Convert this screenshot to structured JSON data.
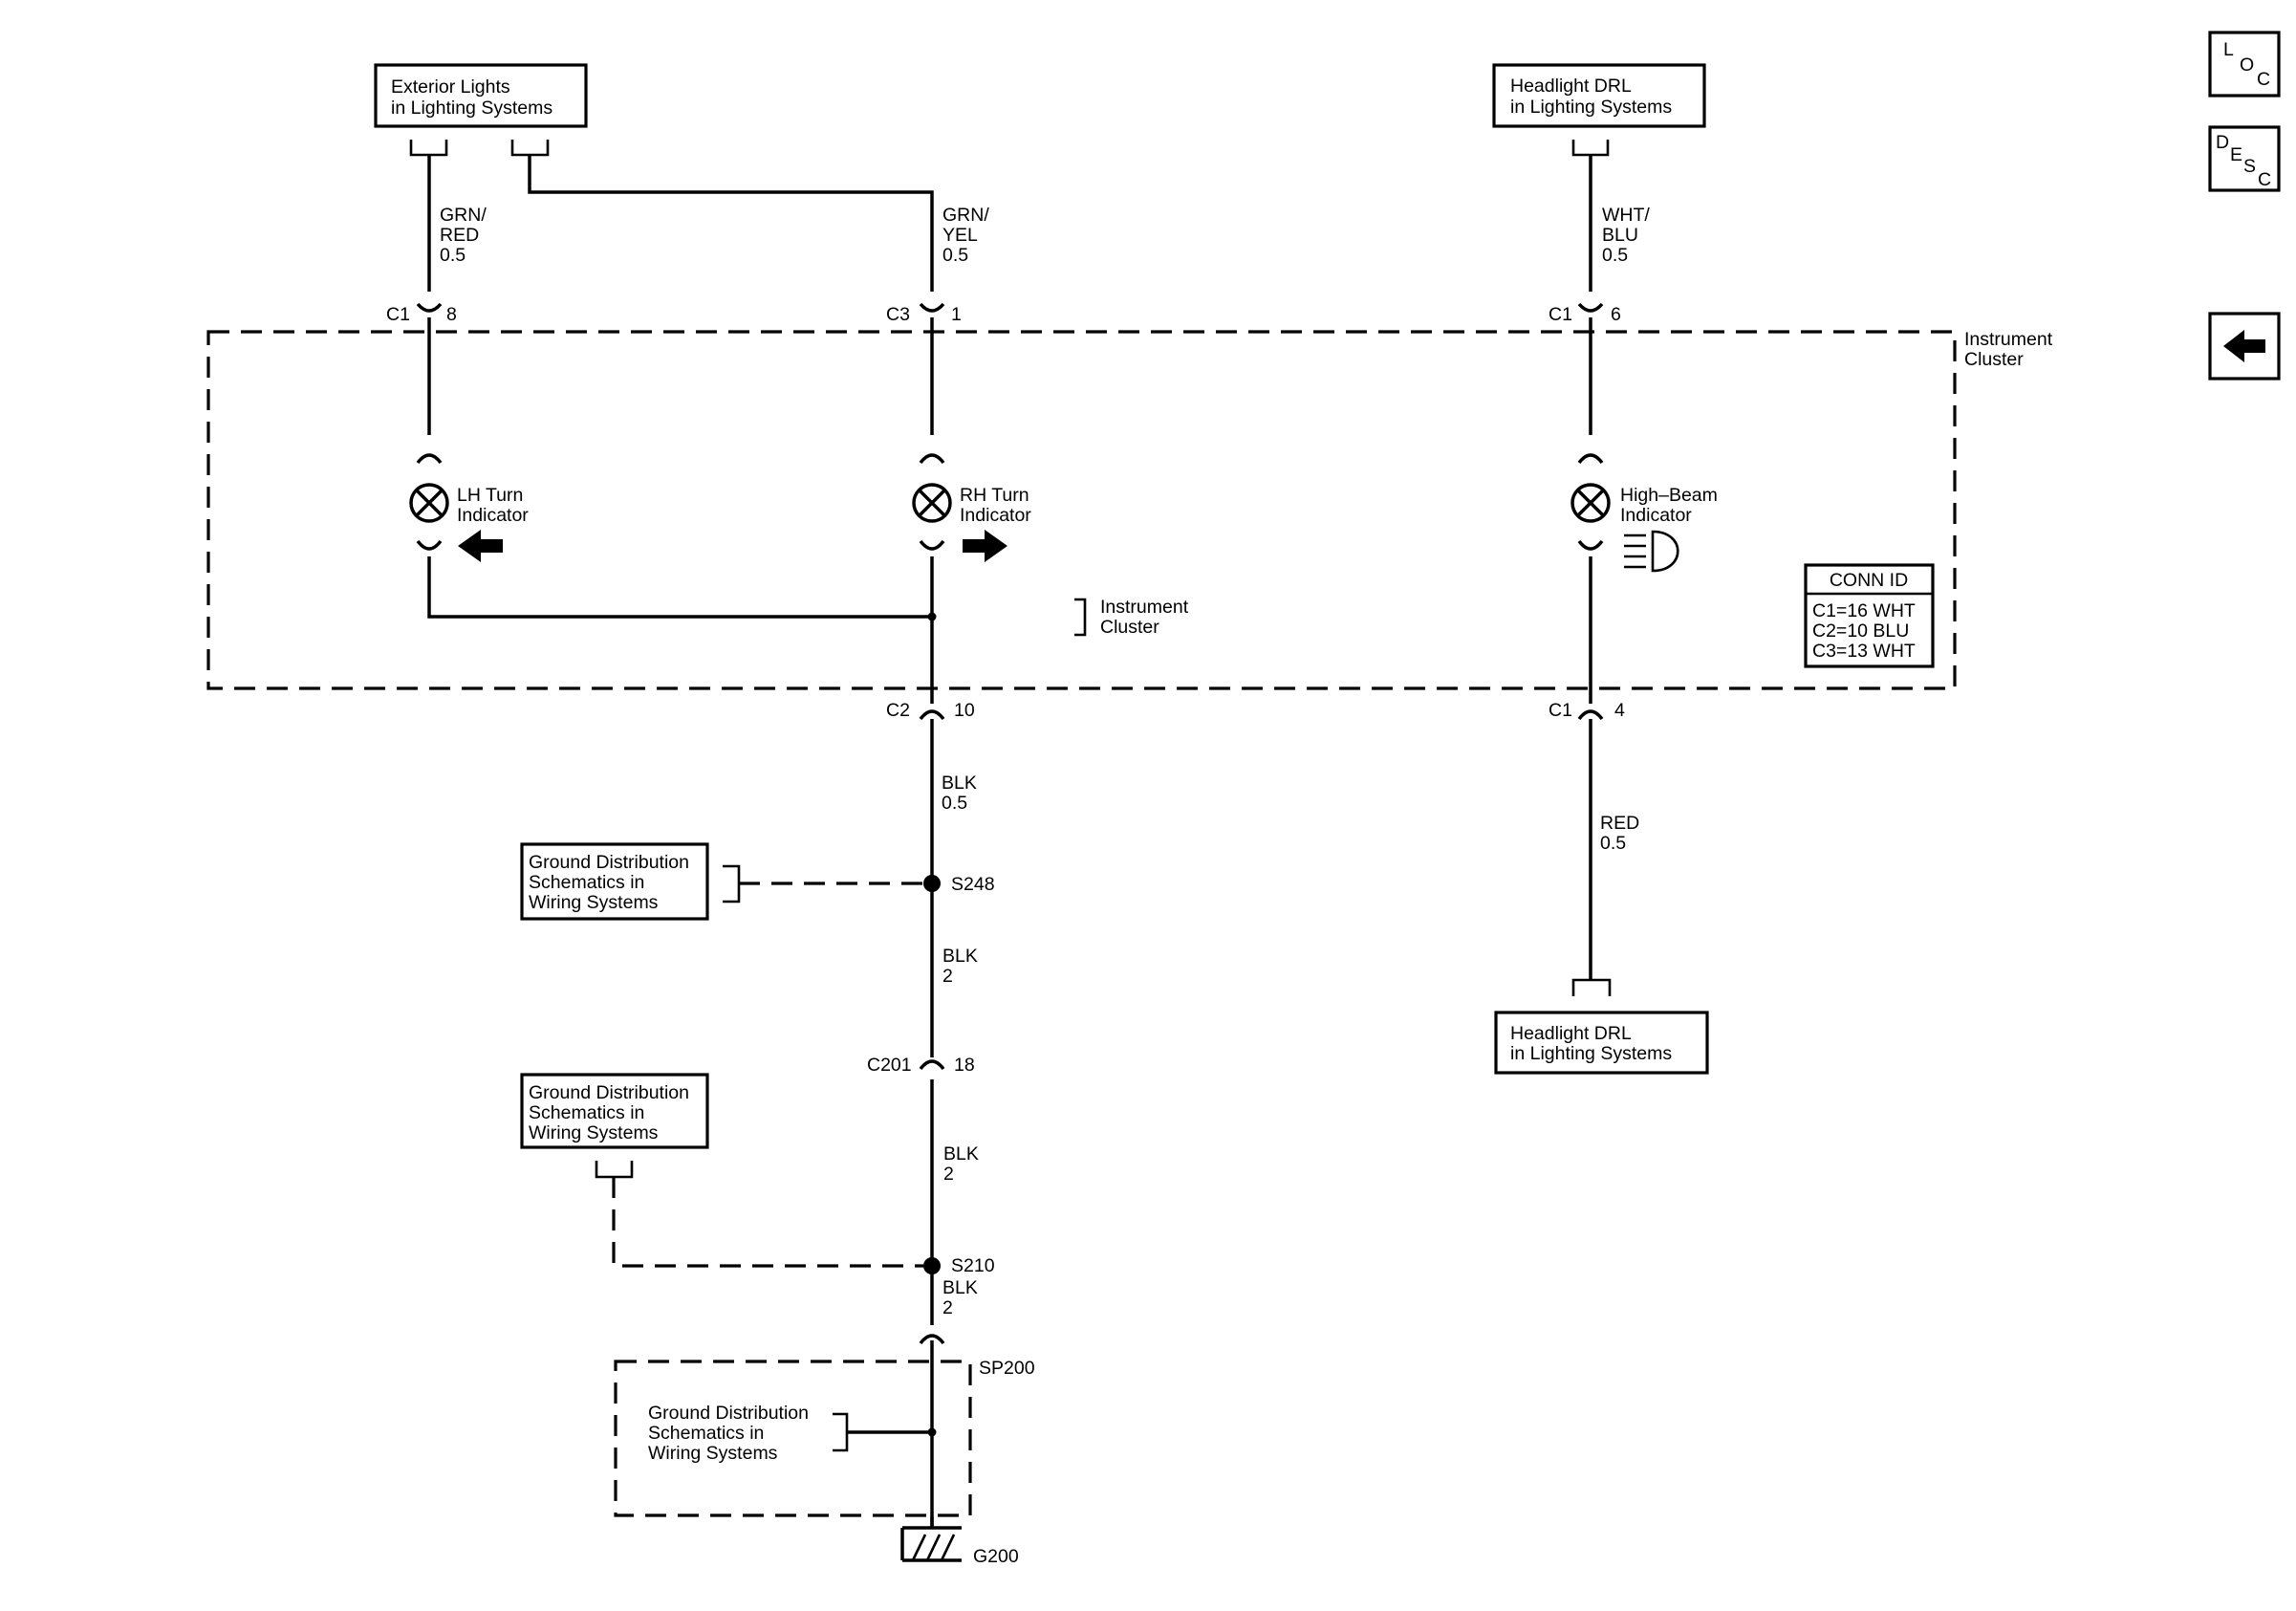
{
  "modules": {
    "ext_lights": [
      "Exterior Lights",
      "in Lighting Systems"
    ],
    "drl_top": [
      "Headlight DRL",
      "in Lighting Systems"
    ],
    "drl_bottom": [
      "Headlight DRL",
      "in Lighting Systems"
    ],
    "ground_1": [
      "Ground Distribution",
      "Schematics in",
      "Wiring Systems"
    ],
    "ground_2": [
      "Ground Distribution",
      "Schematics in",
      "Wiring Systems"
    ],
    "ground_3": [
      "Ground Distribution",
      "Schematics in",
      "Wiring Systems"
    ],
    "cluster_ref": [
      "Instrument",
      "Cluster"
    ],
    "cluster_label": [
      "Instrument",
      "Cluster"
    ]
  },
  "wires": {
    "lh_in": [
      "GRN/",
      "RED",
      "0.5"
    ],
    "rh_in": [
      "GRN/",
      "YEL",
      "0.5"
    ],
    "hb_in": [
      "WHT/",
      "BLU",
      "0.5"
    ],
    "gnd_1": [
      "BLK",
      "0.5"
    ],
    "gnd_2": [
      "BLK",
      "2"
    ],
    "gnd_3": [
      "BLK",
      "2"
    ],
    "gnd_4": [
      "BLK",
      "2"
    ],
    "hb_out": [
      "RED",
      "0.5"
    ]
  },
  "connectors": {
    "lh_top": {
      "name": "C1",
      "pin": "8"
    },
    "rh_top": {
      "name": "C3",
      "pin": "1"
    },
    "hb_top": {
      "name": "C1",
      "pin": "6"
    },
    "gnd": {
      "name": "C2",
      "pin": "10"
    },
    "hb_bottom": {
      "name": "C1",
      "pin": "4"
    },
    "inline": {
      "name": "C201",
      "pin": "18"
    }
  },
  "splices": {
    "s248": "S248",
    "s210": "S210",
    "sp200": "SP200"
  },
  "ground_point": "G200",
  "indicators": {
    "lh": [
      "LH Turn",
      "Indicator"
    ],
    "rh": [
      "RH Turn",
      "Indicator"
    ],
    "hb": [
      "High–Beam",
      "Indicator"
    ]
  },
  "conn_id": {
    "title": "CONN ID",
    "rows": [
      "C1=16 WHT",
      "C2=10 BLU",
      "C3=13 WHT"
    ]
  },
  "nav": {
    "loc": {
      "letters": [
        "L",
        "O",
        "C"
      ],
      "icon": "location-icon"
    },
    "desc": {
      "letters": [
        "D",
        "E",
        "S",
        "C"
      ],
      "icon": "description-icon"
    },
    "back": {
      "icon": "left-arrow-icon"
    }
  }
}
